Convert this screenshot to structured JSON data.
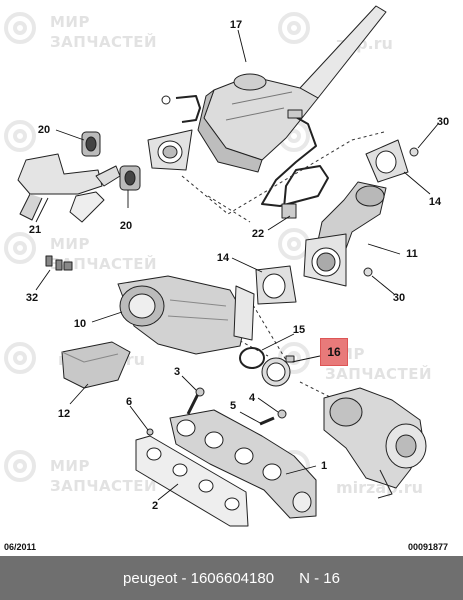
{
  "watermark": {
    "line1": "МИР",
    "line2": "ЗАПЧАСТЕЙ",
    "url_short": "mirzap.ru",
    "url_partial": "zap.ru",
    "url_cut": "mirz"
  },
  "callouts": {
    "c17": "17",
    "c20a": "20",
    "c20b": "20",
    "c21": "21",
    "c30a": "30",
    "c14a": "14",
    "c22": "22",
    "c11": "11",
    "c14b": "14",
    "c32": "32",
    "c30b": "30",
    "c10": "10",
    "c15": "15",
    "c16": "16",
    "c12": "12",
    "c3": "3",
    "c6": "6",
    "c4": "4",
    "c5": "5",
    "c1": "1",
    "c2": "2"
  },
  "highlight": {
    "label": "16",
    "color": "#e87a7a"
  },
  "date_code": "06/2011",
  "sheet_code": "00091877",
  "footer": {
    "brand": "peugeot",
    "part_number": "1606604180",
    "position_label": "N - 16"
  }
}
